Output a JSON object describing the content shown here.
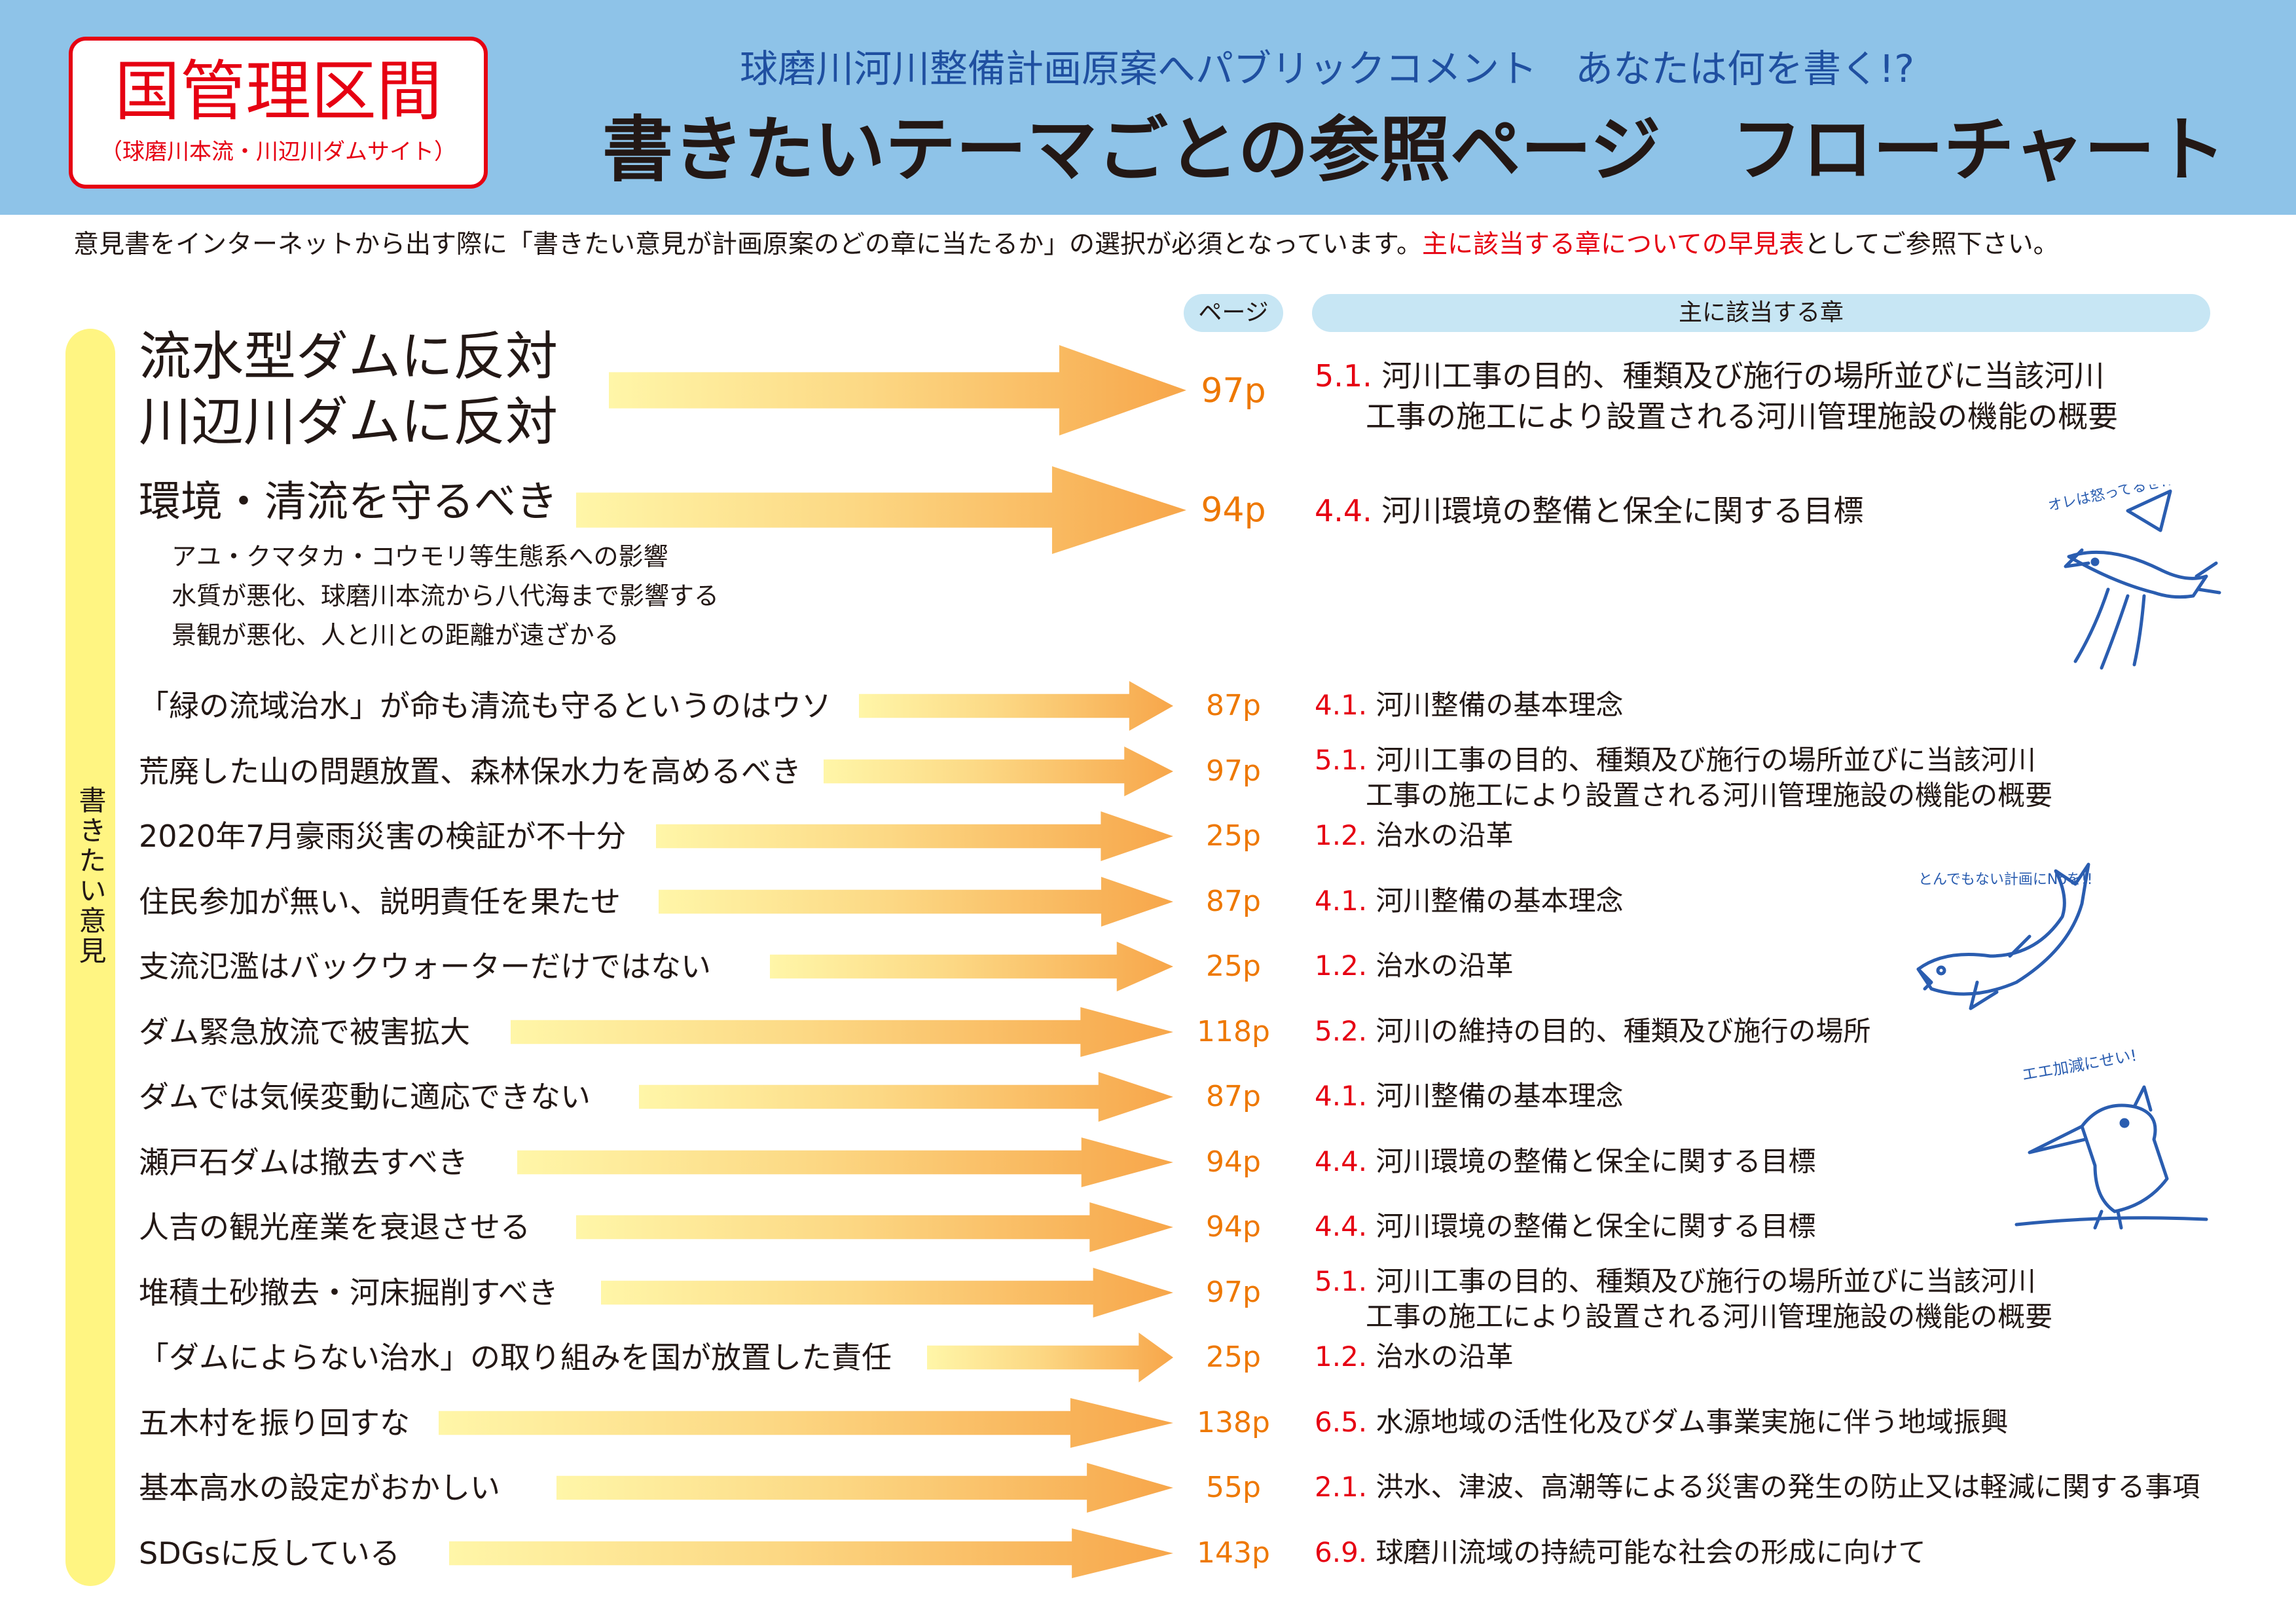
{
  "header": {
    "badge_title": "国管理区間",
    "badge_sub": "（球磨川本流・川辺川ダムサイト）",
    "subtitle": "球磨川河川整備計画原案へパブリックコメント　あなたは何を書く!?",
    "title": "書きたいテーマごとの参照ページ　フローチャート"
  },
  "intro": {
    "text": "意見書をインターネットから出す際に「書きたい意見が計画原案のどの章に当たるか」の選択が必須となっています。",
    "highlight": "主に該当する章についての早見表",
    "suffix": "としてご参照下さい。"
  },
  "columns": {
    "page": "ページ",
    "chapter": "主に該当する章"
  },
  "side_label": "書きたい意見",
  "rows": [
    {
      "opinion_1": "流水型ダムに反対",
      "opinion_2": "川辺川ダムに反対",
      "page": "97p",
      "chapter_num": "5.1.",
      "chapter_1": "河川工事の目的、種類及び施行の場所並びに当該河川",
      "chapter_2": "工事の施工により設置される河川管理施設の機能の概要"
    },
    {
      "opinion": "環境・清流を守るべき",
      "sub_1": "アユ・クマタカ・コウモリ等生態系への影響",
      "sub_2": "水質が悪化、球磨川本流から八代海まで影響する",
      "sub_3": "景観が悪化、人と川との距離が遠ざかる",
      "page": "94p",
      "chapter_num": "4.4.",
      "chapter": "河川環境の整備と保全に関する目標"
    },
    {
      "opinion": "「緑の流域治水」が命も清流も守るというのはウソ",
      "page": "87p",
      "chapter_num": "4.1.",
      "chapter": "河川整備の基本理念"
    },
    {
      "opinion": "荒廃した山の問題放置、森林保水力を高めるべき",
      "page": "97p",
      "chapter_num": "5.1.",
      "chapter_1": "河川工事の目的、種類及び施行の場所並びに当該河川",
      "chapter_2": "工事の施工により設置される河川管理施設の機能の概要"
    },
    {
      "opinion": "2020年7月豪雨災害の検証が不十分",
      "page": "25p",
      "chapter_num": "1.2.",
      "chapter": "治水の沿革"
    },
    {
      "opinion": "住民参加が無い、説明責任を果たせ",
      "page": "87p",
      "chapter_num": "4.1.",
      "chapter": "河川整備の基本理念"
    },
    {
      "opinion": "支流氾濫はバックウォーターだけではない",
      "page": "25p",
      "chapter_num": "1.2.",
      "chapter": "治水の沿革"
    },
    {
      "opinion": "ダム緊急放流で被害拡大",
      "page": "118p",
      "chapter_num": "5.2.",
      "chapter": "河川の維持の目的、種類及び施行の場所"
    },
    {
      "opinion": "ダムでは気候変動に適応できない",
      "page": "87p",
      "chapter_num": "4.1.",
      "chapter": "河川整備の基本理念"
    },
    {
      "opinion": "瀬戸石ダムは撤去すべき",
      "page": "94p",
      "chapter_num": "4.4.",
      "chapter": "河川環境の整備と保全に関する目標"
    },
    {
      "opinion": "人吉の観光産業を衰退させる",
      "page": "94p",
      "chapter_num": "4.4.",
      "chapter": "河川環境の整備と保全に関する目標"
    },
    {
      "opinion": "堆積土砂撤去・河床掘削すべき",
      "page": "97p",
      "chapter_num": "5.1.",
      "chapter_1": "河川工事の目的、種類及び施行の場所並びに当該河川",
      "chapter_2": "工事の施工により設置される河川管理施設の機能の概要"
    },
    {
      "opinion": "「ダムによらない治水」の取り組みを国が放置した責任",
      "page": "25p",
      "chapter_num": "1.2.",
      "chapter": "治水の沿革"
    },
    {
      "opinion": "五木村を振り回すな",
      "page": "138p",
      "chapter_num": "6.5.",
      "chapter": "水源地域の活性化及びダム事業実施に伴う地域振興"
    },
    {
      "opinion": "基本高水の設定がおかしい",
      "page": "55p",
      "chapter_num": "2.1.",
      "chapter": "洪水、津波、高潮等による災害の発生の防止又は軽減に関する事項"
    },
    {
      "opinion": "SDGsに反している",
      "page": "143p",
      "chapter_num": "6.9.",
      "chapter": "球磨川流域の持続可能な社会の形成に向けて"
    }
  ],
  "illustrations": {
    "bird_caption": "オレは怒ってるぜ!!",
    "fish_caption": "とんでもない計画にNoを!!",
    "kingfisher_caption": "エエ加減にせい!"
  }
}
